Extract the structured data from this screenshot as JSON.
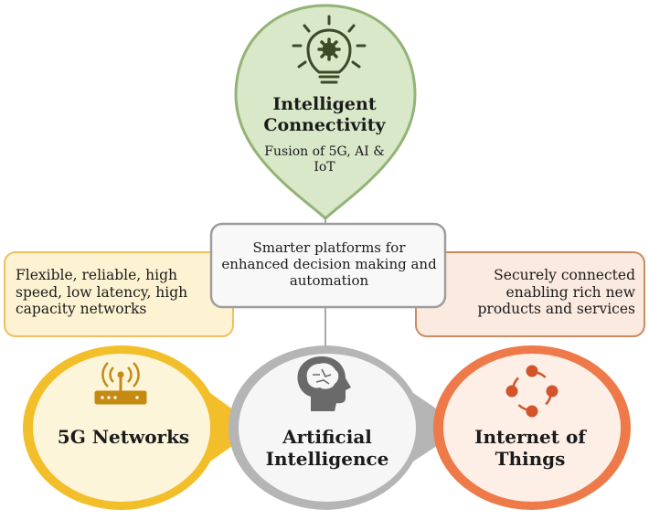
{
  "top": {
    "title": "Intelligent Connectivity",
    "subtitle": "Fusion of 5G, AI & IoT",
    "icon": "lightbulb-gear-icon"
  },
  "center_box": {
    "text": "Smarter platforms for enhanced decision making and automation"
  },
  "left_box": {
    "text": "Flexible, reliable, high speed, low latency, high capacity networks"
  },
  "right_box": {
    "text": "Securely connected enabling rich new products and services"
  },
  "circles": [
    {
      "title": "5G Networks",
      "icon": "router-icon",
      "color": "#f2bf2a"
    },
    {
      "title": "Artificial Intelligence",
      "icon": "head-brain-icon",
      "color": "#b5b5b5"
    },
    {
      "title": "Internet of Things",
      "icon": "network-nodes-icon",
      "color": "#ee7a4a"
    }
  ],
  "colors": {
    "top_drop_fill": "#d9e8c8",
    "top_drop_stroke": "#93b377",
    "left_box_fill": "#fdf2d2",
    "left_box_stroke": "#f0c060",
    "right_box_fill": "#faeadf",
    "right_box_stroke": "#c88c62",
    "center_box_fill": "#f8f8f8",
    "center_box_stroke": "#9d9d9d",
    "icon_dark": "#3d4a28",
    "ai_icon": "#6a6a6a",
    "iot_icon": "#d2542a",
    "router_icon": "#c48a12"
  }
}
